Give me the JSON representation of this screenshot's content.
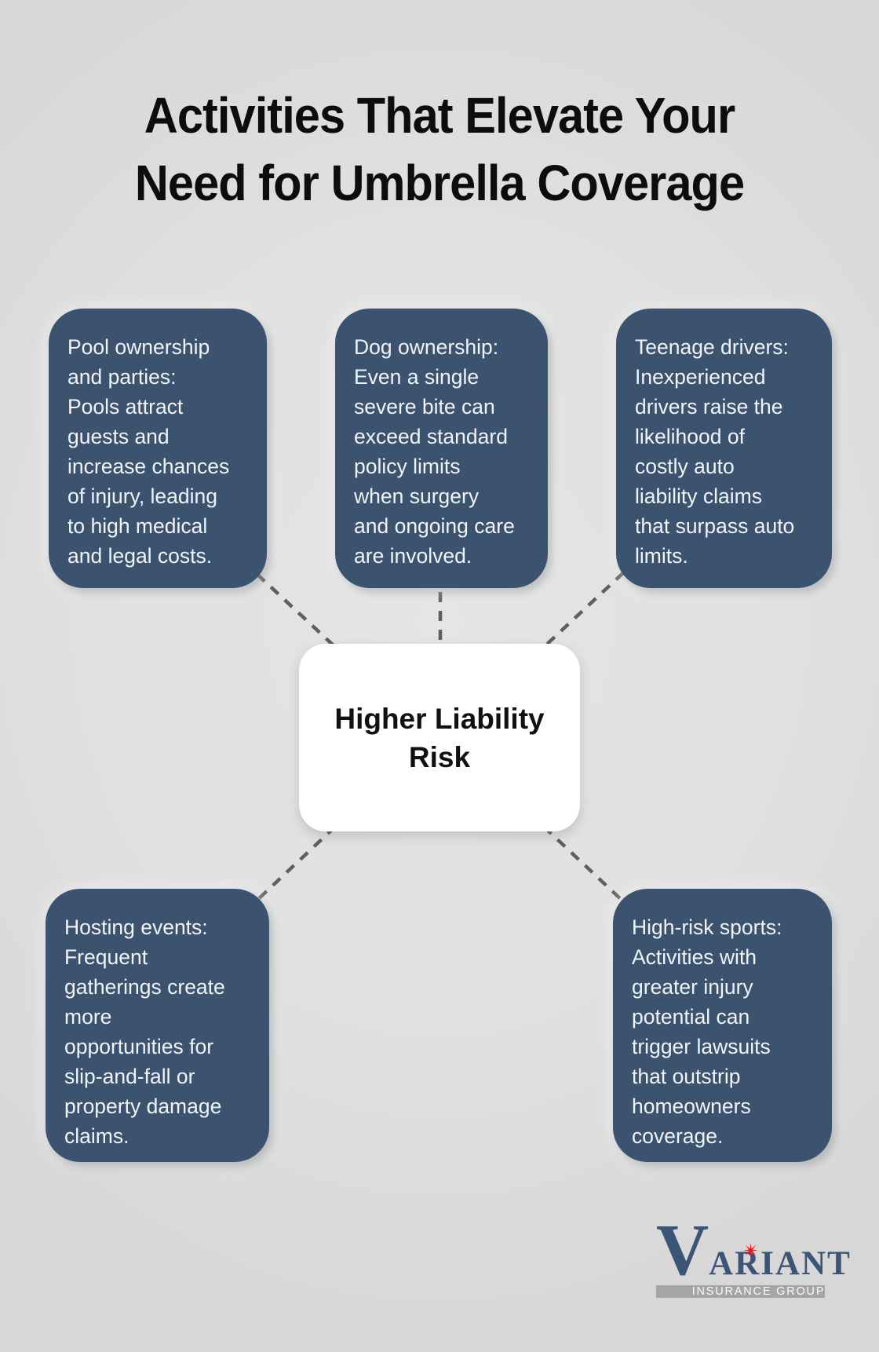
{
  "title": {
    "line1": "Activities That Elevate Your",
    "line2": "Need for Umbrella Coverage"
  },
  "center_node": {
    "label": "Higher Liability\nRisk"
  },
  "nodes": [
    {
      "id": "pool-ownership",
      "text": "Pool ownership\nand parties:\nPools attract\nguests and\nincrease chances\nof injury, leading\nto high medical\nand legal costs."
    },
    {
      "id": "dog-ownership",
      "text": "Dog ownership:\nEven a single\nsevere bite can\nexceed standard\npolicy limits\nwhen surgery\nand ongoing care\nare involved."
    },
    {
      "id": "teenage-drivers",
      "text": "Teenage drivers:\nInexperienced\ndrivers raise the\nlikelihood of\ncostly auto\nliability claims\nthat surpass auto\nlimits."
    },
    {
      "id": "hosting-events",
      "text": "Hosting events:\nFrequent\ngatherings create\nmore\nopportunities for\nslip-and-fall or\nproperty damage\nclaims."
    },
    {
      "id": "high-risk-sports",
      "text": "High-risk sports:\nActivities with\ngreater injury\npotential can\ntrigger lawsuits\nthat outstrip\nhomeowners\ncoverage."
    }
  ],
  "logo": {
    "brand_initial": "V",
    "brand_rest": "ARIANT",
    "tagline": "INSURANCE GROUP"
  },
  "colors": {
    "background": "#dfe0df",
    "node_fill": "#3b536f",
    "node_text": "#f1f4f7",
    "dashed_line": "#5f5f5f",
    "title_text": "#0d0d0d",
    "logo_navy": "#3c5577",
    "logo_red": "#e31e24",
    "logo_bar_gray": "#a5a5a5"
  }
}
